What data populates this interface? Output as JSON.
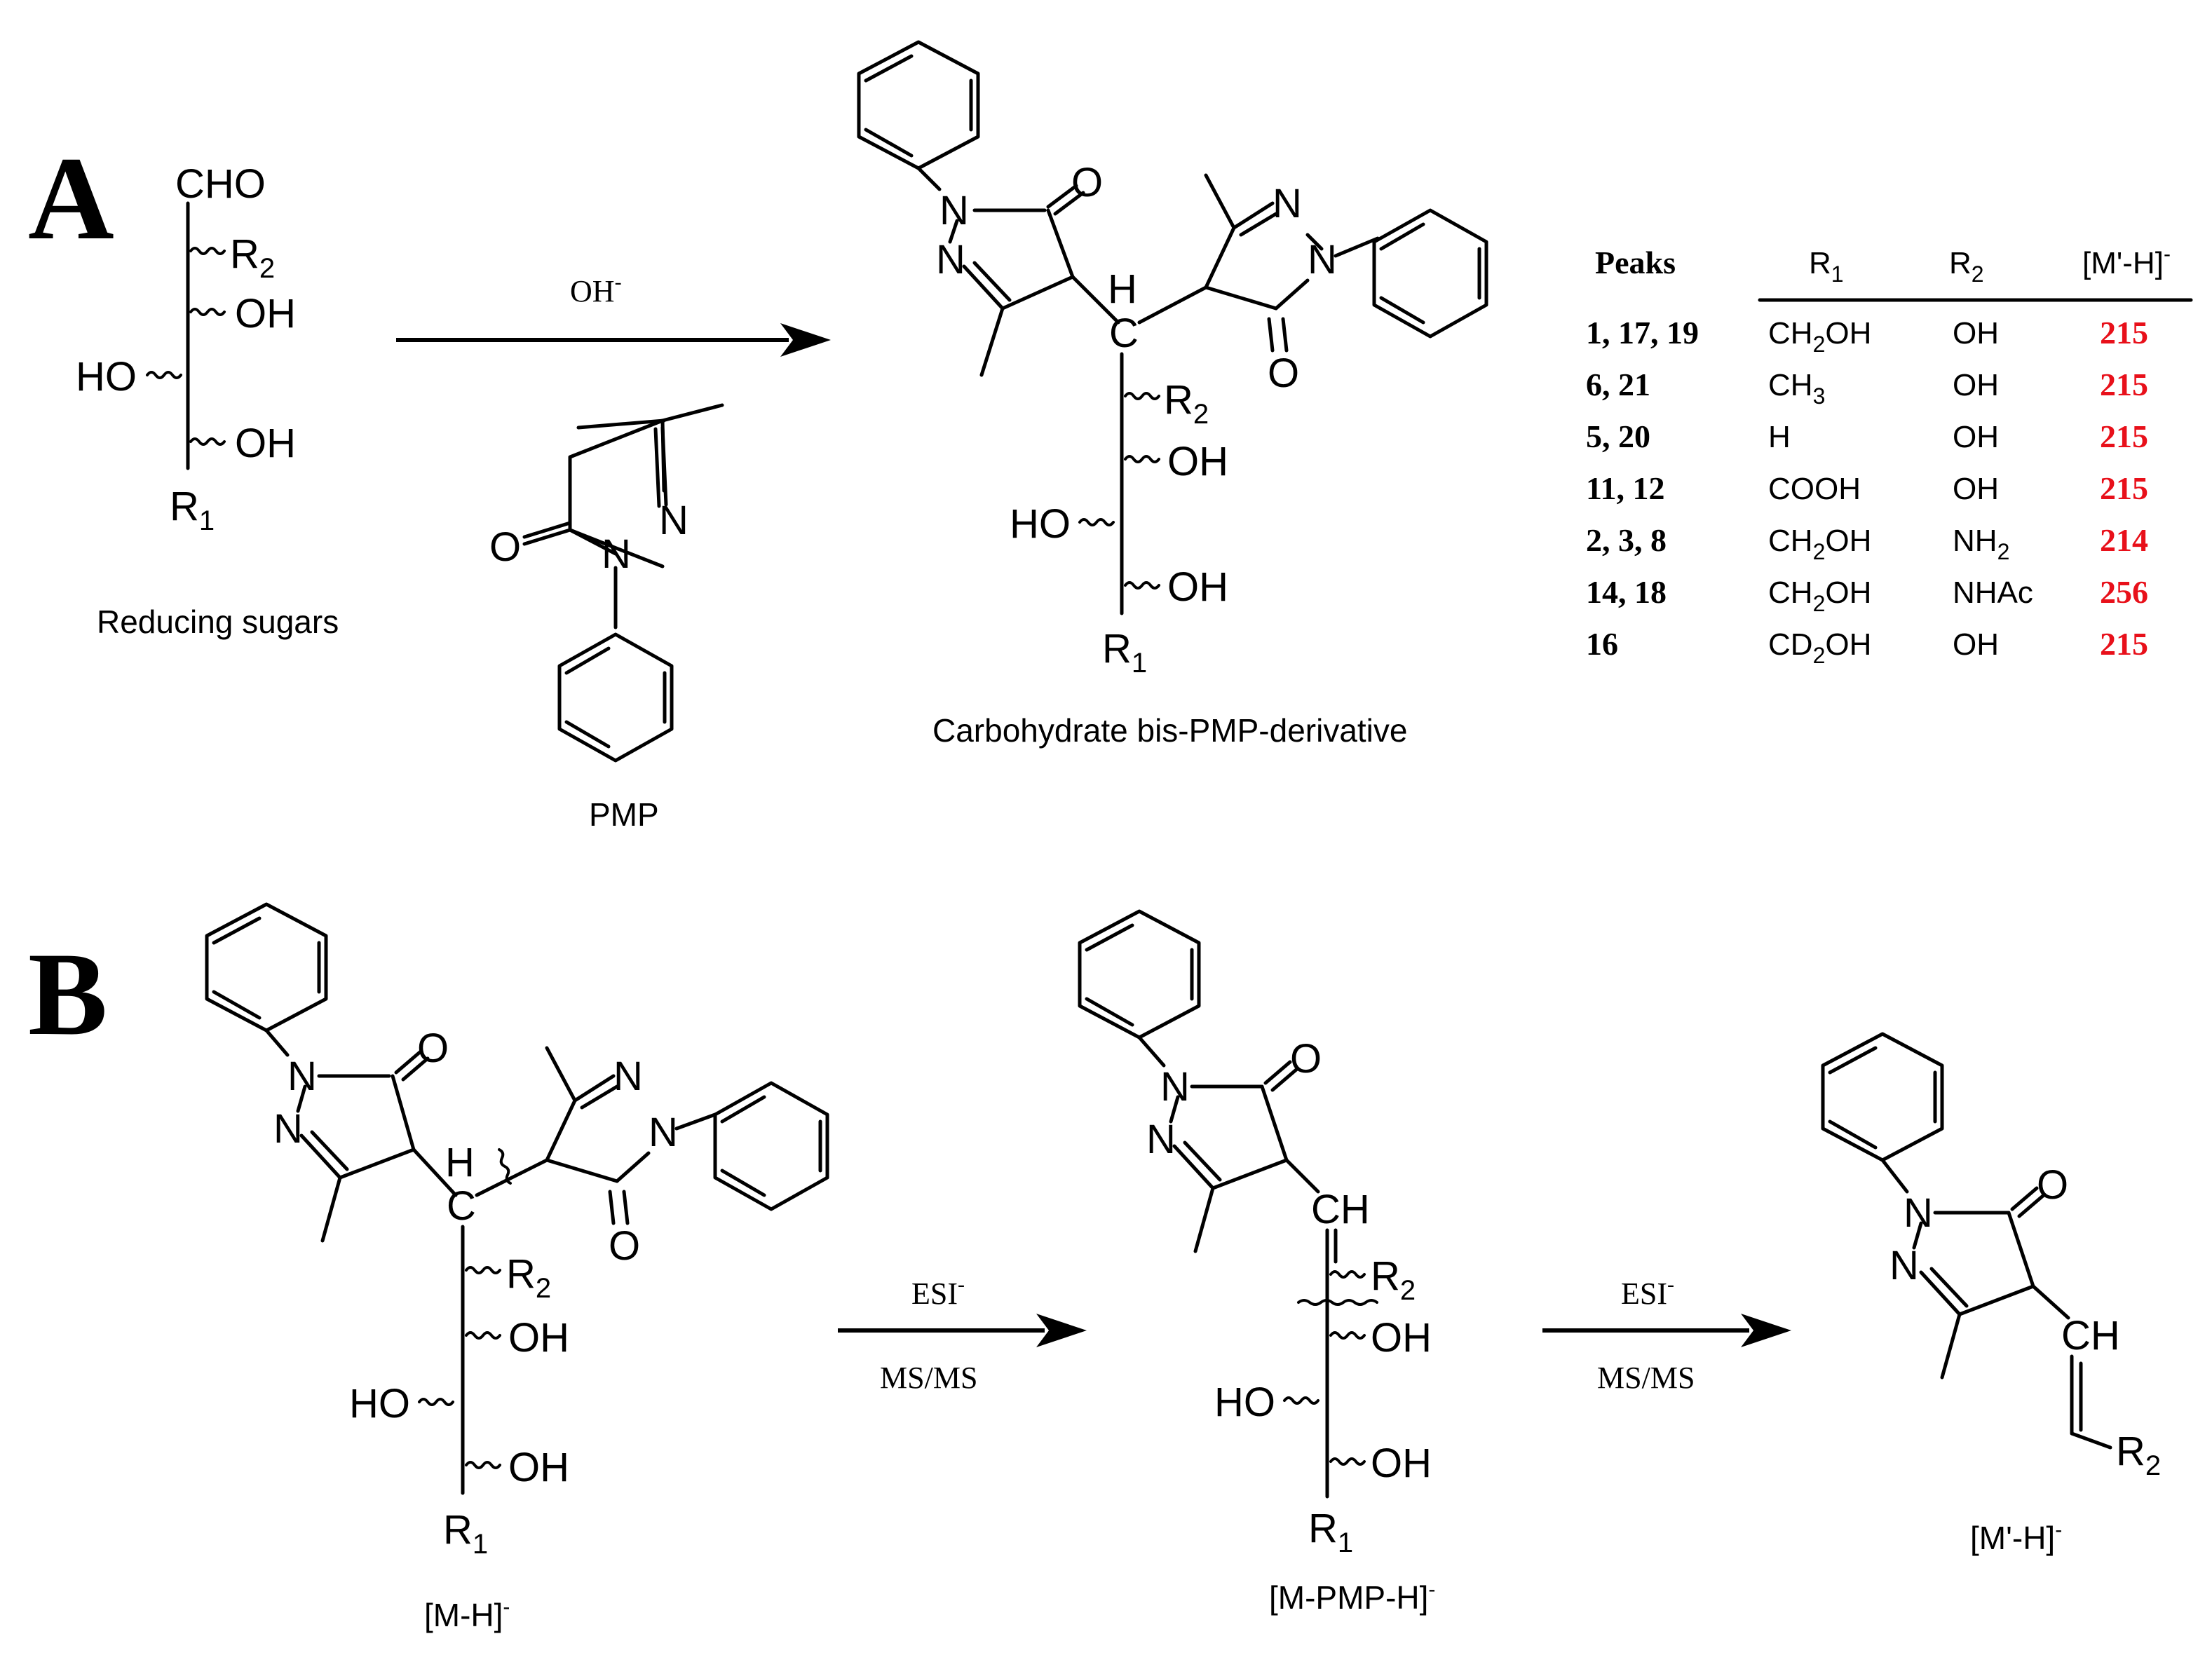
{
  "panels": {
    "a": "A",
    "b": "B"
  },
  "labels": {
    "CHO": "CHO",
    "R": "R",
    "sub1": "1",
    "sub2": "2",
    "OH": "OH",
    "HO": "HO",
    "O": "O",
    "N": "N",
    "H": "H",
    "C": "C",
    "CH": "CH"
  },
  "captions": {
    "reducing_sugars": "Reducing sugars",
    "pmp": "PMP",
    "bis_pmp": "Carbohydrate bis-PMP-derivative",
    "mh": "[M-H]",
    "mh_sup": "-",
    "mpmph": "[M-PMP-H]",
    "mpmph_sup": "-",
    "mprimeh": "[M'-H]",
    "mprimeh_sup": "-"
  },
  "arrows": {
    "a_reagent": "OH",
    "a_reagent_sup": "-",
    "b1_top": "ESI",
    "b1_top_sup": "-",
    "b1_bottom": "MS/MS",
    "b2_top": "ESI",
    "b2_top_sup": "-",
    "b2_bottom": "MS/MS"
  },
  "table": {
    "headers": {
      "peaks": "Peaks",
      "r1": "R",
      "r1_sub": "1",
      "r2": "R",
      "r2_sub": "2",
      "mass": "[M'-H]",
      "mass_sup": "-"
    },
    "rows": [
      {
        "peaks": "1, 17, 19",
        "r1": "CH",
        "r1_sub": "2",
        "r1_tail": "OH",
        "r2": "OH",
        "r2_sub": "",
        "r2_tail": "",
        "mass": "215"
      },
      {
        "peaks": "6, 21",
        "r1": "CH",
        "r1_sub": "3",
        "r1_tail": "",
        "r2": "OH",
        "r2_sub": "",
        "r2_tail": "",
        "mass": "215"
      },
      {
        "peaks": "5, 20",
        "r1": "H",
        "r1_sub": "",
        "r1_tail": "",
        "r2": "OH",
        "r2_sub": "",
        "r2_tail": "",
        "mass": "215"
      },
      {
        "peaks": "11, 12",
        "r1": "COOH",
        "r1_sub": "",
        "r1_tail": "",
        "r2": "OH",
        "r2_sub": "",
        "r2_tail": "",
        "mass": "215"
      },
      {
        "peaks": "2, 3, 8",
        "r1": "CH",
        "r1_sub": "2",
        "r1_tail": "OH",
        "r2": "NH",
        "r2_sub": "2",
        "r2_tail": "",
        "mass": "214"
      },
      {
        "peaks": "14, 18",
        "r1": "CH",
        "r1_sub": "2",
        "r1_tail": "OH",
        "r2": "NHAc",
        "r2_sub": "",
        "r2_tail": "",
        "mass": "256"
      },
      {
        "peaks": "16",
        "r1": "CD",
        "r1_sub": "2",
        "r1_tail": "OH",
        "r2": "OH",
        "r2_sub": "",
        "r2_tail": "",
        "mass": "215"
      }
    ]
  },
  "colors": {
    "mass_value": "#e8101a",
    "ink": "#000000"
  }
}
